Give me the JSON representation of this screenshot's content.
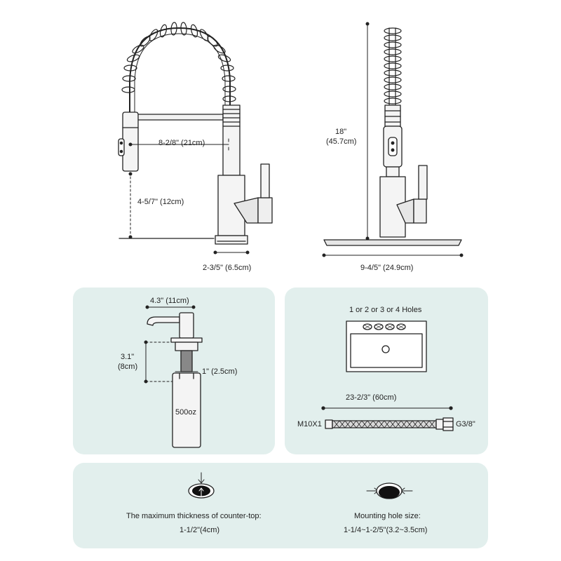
{
  "faucet": {
    "spout_reach": "8-2/8\" (21cm)",
    "spout_height": "4-5/7\" (12cm)",
    "base_diameter": "2-3/5\" (6.5cm)",
    "total_height": "18\"",
    "total_height_metric": "(45.7cm)",
    "deck_plate_width": "9-4/5\" (24.9cm)"
  },
  "soap_dispenser": {
    "width": "4.3\" (11cm)",
    "height": "3.1\"",
    "height_metric": "(8cm)",
    "thread": "1\" (2.5cm)",
    "bottle_capacity": "500oz"
  },
  "sink": {
    "holes_label": "1 or 2 or 3 or 4 Holes",
    "hose_length": "23-2/3\" (60cm)",
    "hose_left_fitting": "M10X1",
    "hose_right_fitting": "G3/8\""
  },
  "counter": {
    "thickness_label": "The maximum thickness of counter-top:",
    "thickness_value": "1-1/2\"(4cm)",
    "hole_label": "Mounting hole size:",
    "hole_value": "1-1/4~1-2/5\"(3.2~3.5cm)"
  },
  "colors": {
    "panel": "#e2efed",
    "line": "#222222",
    "metal": "#e6e6e6"
  }
}
